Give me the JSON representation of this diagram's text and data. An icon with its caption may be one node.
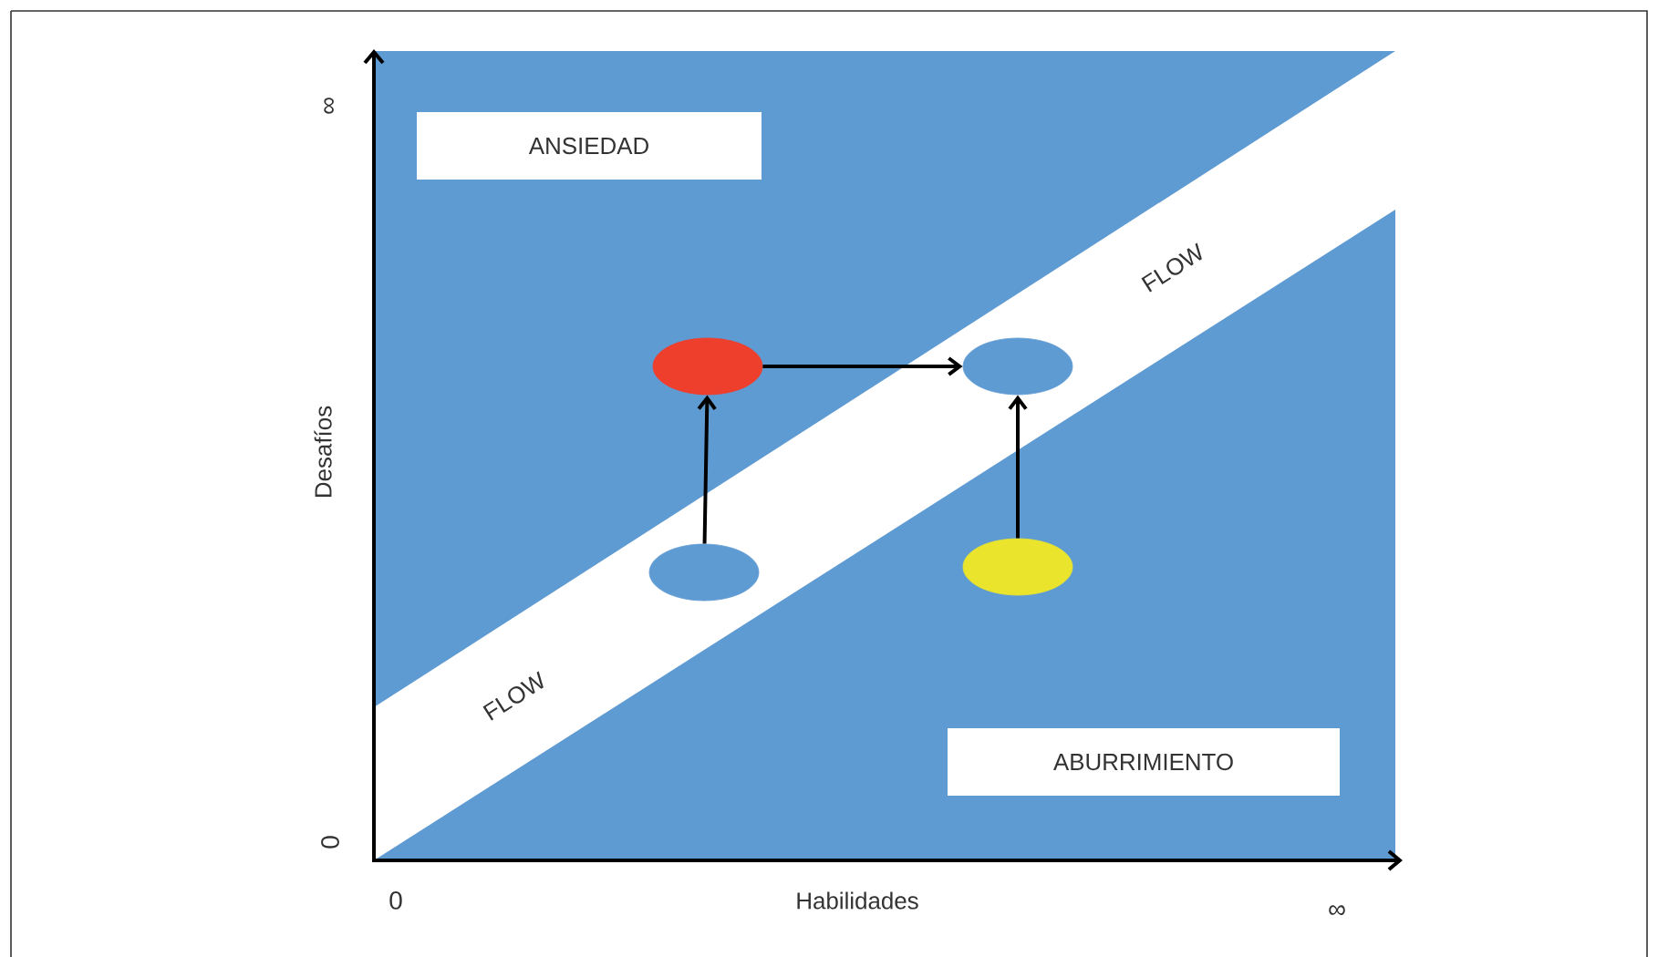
{
  "diagram": {
    "nodes": [
      {
        "text": [
          "ANSIEDAD"
        ]
      },
      {
        "text": [],
        "shape": "circle"
      },
      {
        "text": [],
        "shape": "circle"
      },
      {
        "text": [],
        "shape": "circle"
      },
      {
        "text": [],
        "shape": "circle"
      },
      {
        "text": [
          "ABURRIMIENTO"
        ]
      }
    ],
    "edges": [
      {
        "from": 3,
        "to": 1,
        "arrow": "to"
      },
      {
        "from": 1,
        "to": 2,
        "arrow": "to"
      },
      {
        "from": 4,
        "to": 2,
        "arrow": "to"
      }
    ],
    "labels": [
      "∞",
      "FLOW",
      "Desafíos",
      "FLOW",
      "0",
      "0",
      "Habilidades",
      "∞"
    ]
  }
}
